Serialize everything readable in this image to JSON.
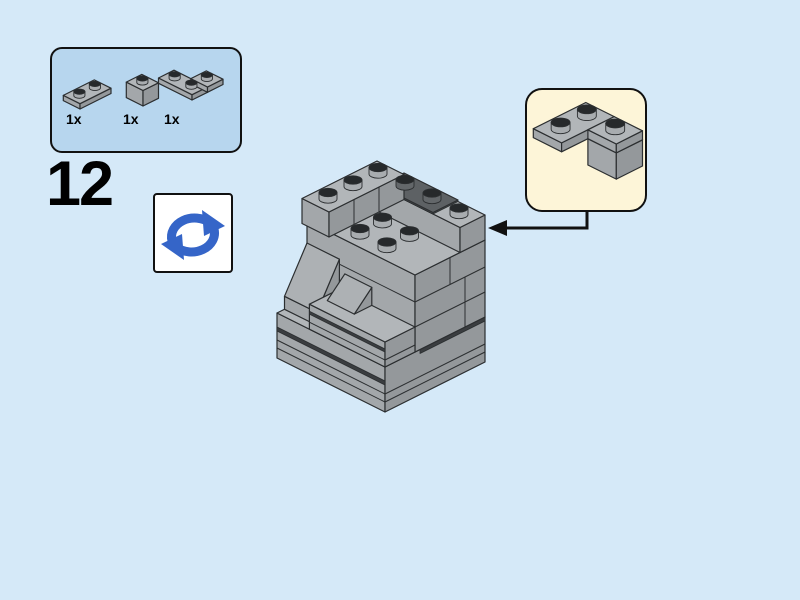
{
  "page": {
    "background": "#d5e9f8"
  },
  "step": {
    "number": "12"
  },
  "parts_panel": {
    "background": "#b7d6ee",
    "items": [
      {
        "icon": "plate-1x2-icon",
        "count": "1x"
      },
      {
        "icon": "brick-1x1-icon",
        "count": "1x"
      },
      {
        "icon": "corner-plate-2x2-icon",
        "count": "1x"
      }
    ]
  },
  "rotate_hint": {
    "icon": "rotate-model-icon",
    "color": "#3565c8"
  },
  "callout": {
    "background": "#fdf5d8",
    "icon": "subassembly-preview-icon"
  },
  "lego_colors": {
    "top": "#b2b6b9",
    "left": "#a3a7aa",
    "right": "#94989b",
    "slope": "#adb1b4",
    "outline": "#2b2e30",
    "seam": "#3a3d40",
    "stud_top": "#26292b",
    "stud_side": "#a8acaf",
    "new_top": "#5d6164",
    "new_side": "#4b4f52",
    "new_stud_side": "#63676a",
    "arrow": "#111111"
  }
}
